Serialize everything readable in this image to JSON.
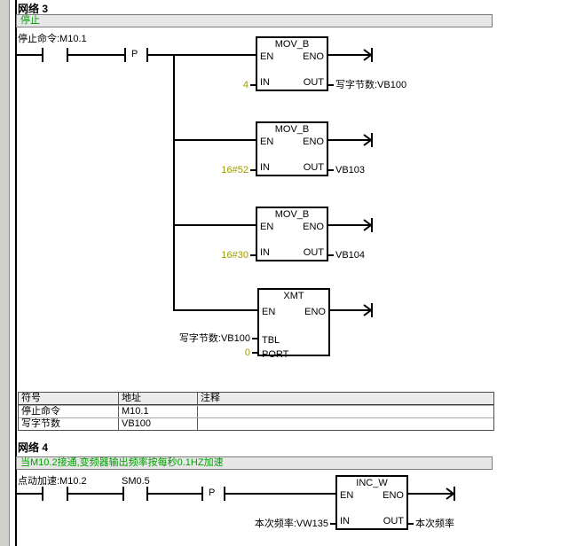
{
  "colors": {
    "comment_green": "#00a000",
    "constant_olive": "#9c9c00",
    "line_black": "#000000",
    "comment_bg": "#e7e7e7"
  },
  "network3": {
    "title": "网络 3",
    "comment": "停止",
    "contact1_label": "停止命令:M10.1",
    "p_label": "P",
    "boxes": [
      {
        "title": "MOV_B",
        "en": "EN",
        "eno": "ENO",
        "in": "IN",
        "out": "OUT",
        "in_value": "4",
        "out_value": "写字节数:VB100"
      },
      {
        "title": "MOV_B",
        "en": "EN",
        "eno": "ENO",
        "in": "IN",
        "out": "OUT",
        "in_value": "16#52",
        "out_value": "VB103"
      },
      {
        "title": "MOV_B",
        "en": "EN",
        "eno": "ENO",
        "in": "IN",
        "out": "OUT",
        "in_value": "16#30",
        "out_value": "VB104"
      },
      {
        "title": "XMT",
        "en": "EN",
        "eno": "ENO",
        "tbl": "TBL",
        "port": "PORT",
        "tbl_value": "写字节数:VB100",
        "port_value": "0"
      }
    ]
  },
  "symbol_table": {
    "headers": [
      "符号",
      "地址",
      "注释"
    ],
    "rows": [
      [
        "停止命令",
        "M10.1",
        ""
      ],
      [
        "写字节数",
        "VB100",
        ""
      ]
    ]
  },
  "network4": {
    "title": "网络 4",
    "comment": "当M10.2接通,变频器输出频率按每秒0.1HZ加速",
    "contact1_label": "点动加速:M10.2",
    "contact2_label": "SM0.5",
    "p_label": "P",
    "box": {
      "title": "INC_W",
      "en": "EN",
      "eno": "ENO",
      "in": "IN",
      "out": "OUT",
      "in_value": "本次频率:VW135",
      "out_value": "本次频率"
    }
  }
}
